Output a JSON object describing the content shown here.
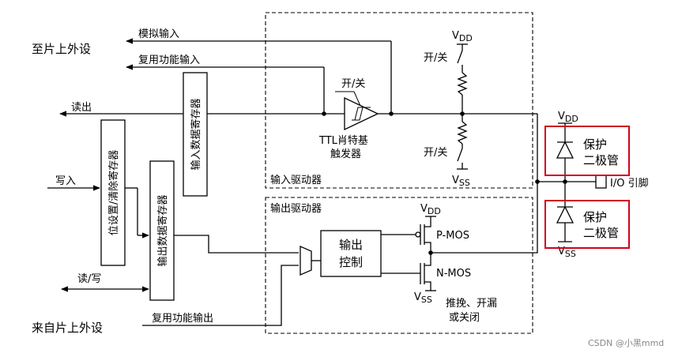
{
  "labels": {
    "to_peripheral": "至片上外设",
    "analog_input": "模拟输入",
    "alt_func_input": "复用功能输入",
    "read": "读出",
    "write": "写入",
    "read_write": "读/写",
    "from_peripheral": "来自片上外设",
    "alt_func_output": "复用功能输出",
    "input_data_reg": "输入数据寄存器",
    "bsrr_reg": "位设置/清除寄存器",
    "output_data_reg": "输出数据寄存器",
    "switch_top": "开/关",
    "switch_in_upper": "开/关",
    "switch_in_lower": "开/关",
    "ttl_line1": "TTL肖特基",
    "ttl_line2": "触发器",
    "input_driver": "输入驱动器",
    "output_driver": "输出驱动器",
    "output_control_1": "输出",
    "output_control_2": "控制",
    "vdd_top": "V",
    "vdd_top_sub": "DD",
    "vss_mid": "V",
    "vss_mid_sub": "SS",
    "vdd_out": "V",
    "vdd_out_sub": "DD",
    "vss_out": "V",
    "vss_out_sub": "SS",
    "pmos": "P-MOS",
    "nmos": "N-MOS",
    "push_pull_1": "推挽、开漏",
    "push_pull_2": "或关闭",
    "vdd_diode": "V",
    "vdd_diode_sub": "DD",
    "vss_diode": "V",
    "vss_diode_sub": "SS",
    "protect_upper_1": "保护",
    "protect_upper_2": "二极管",
    "protect_lower_1": "保护",
    "protect_lower_2": "二极管",
    "io_pin": "I/O 引脚",
    "watermark": "CSDN @小黑mmd"
  },
  "colors": {
    "highlight": "#d0021b",
    "line": "#000000",
    "watermark": "#888888"
  }
}
